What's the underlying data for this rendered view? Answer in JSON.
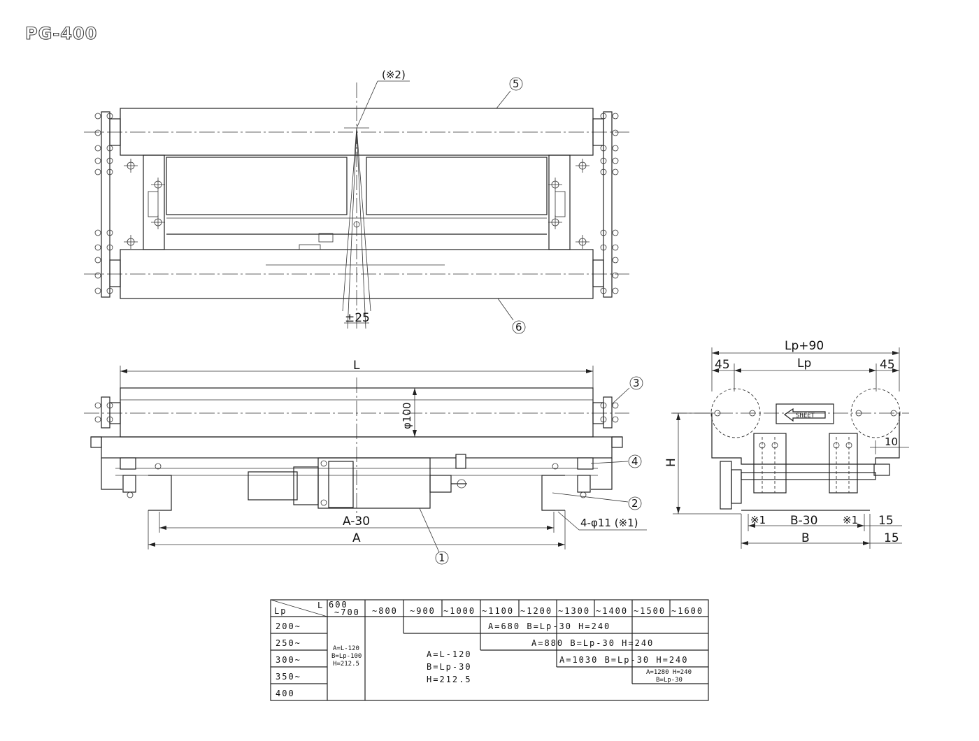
{
  "title": "PG-400",
  "callouts": {
    "note2": "(※2)",
    "c1": "1",
    "c2": "2",
    "c3": "3",
    "c4": "4",
    "c5": "5",
    "c6": "6"
  },
  "top_view": {
    "angle_label": "±25"
  },
  "front_view": {
    "length_label": "L",
    "diameter_label": "φ100",
    "a30_label": "A-30",
    "a_label": "A",
    "holes_label": "4-φ11 (※1)"
  },
  "side_view": {
    "lp90_label": "Lp+90",
    "lp_label": "Lp",
    "left45": "45",
    "right45": "45",
    "h_label": "H",
    "ten_label": "10",
    "sheet_label": "SHEET",
    "note1_left": "※1",
    "b30_label": "B-30",
    "note1_right": "※1",
    "fifteen_top": "15",
    "b_label": "B",
    "fifteen_bottom": "15"
  },
  "table": {
    "corner_lp": "Lp",
    "corner_l": "L",
    "col_headers": [
      "600\n~700",
      "~800",
      "~900",
      "~1000",
      "~1100",
      "~1200",
      "~1300",
      "~1400",
      "~1500",
      "~1600"
    ],
    "col0_top": "600",
    "col0_bottom": "~700",
    "row_headers": [
      "200~",
      "250~",
      "300~",
      "350~",
      "400"
    ],
    "small_block": [
      "A=L-120",
      "B=Lp-100",
      "H=212.5"
    ],
    "mid_block": [
      "A=L-120",
      "B=Lp-30",
      "H=212.5"
    ],
    "band1": "A=680 B=Lp-30 H=240",
    "band2": "A=880 B=Lp-30 H=240",
    "band3": "A=1030 B=Lp-30 H=240",
    "band4_line1": "A=1280 H=240",
    "band4_line2": "B=Lp-30"
  }
}
